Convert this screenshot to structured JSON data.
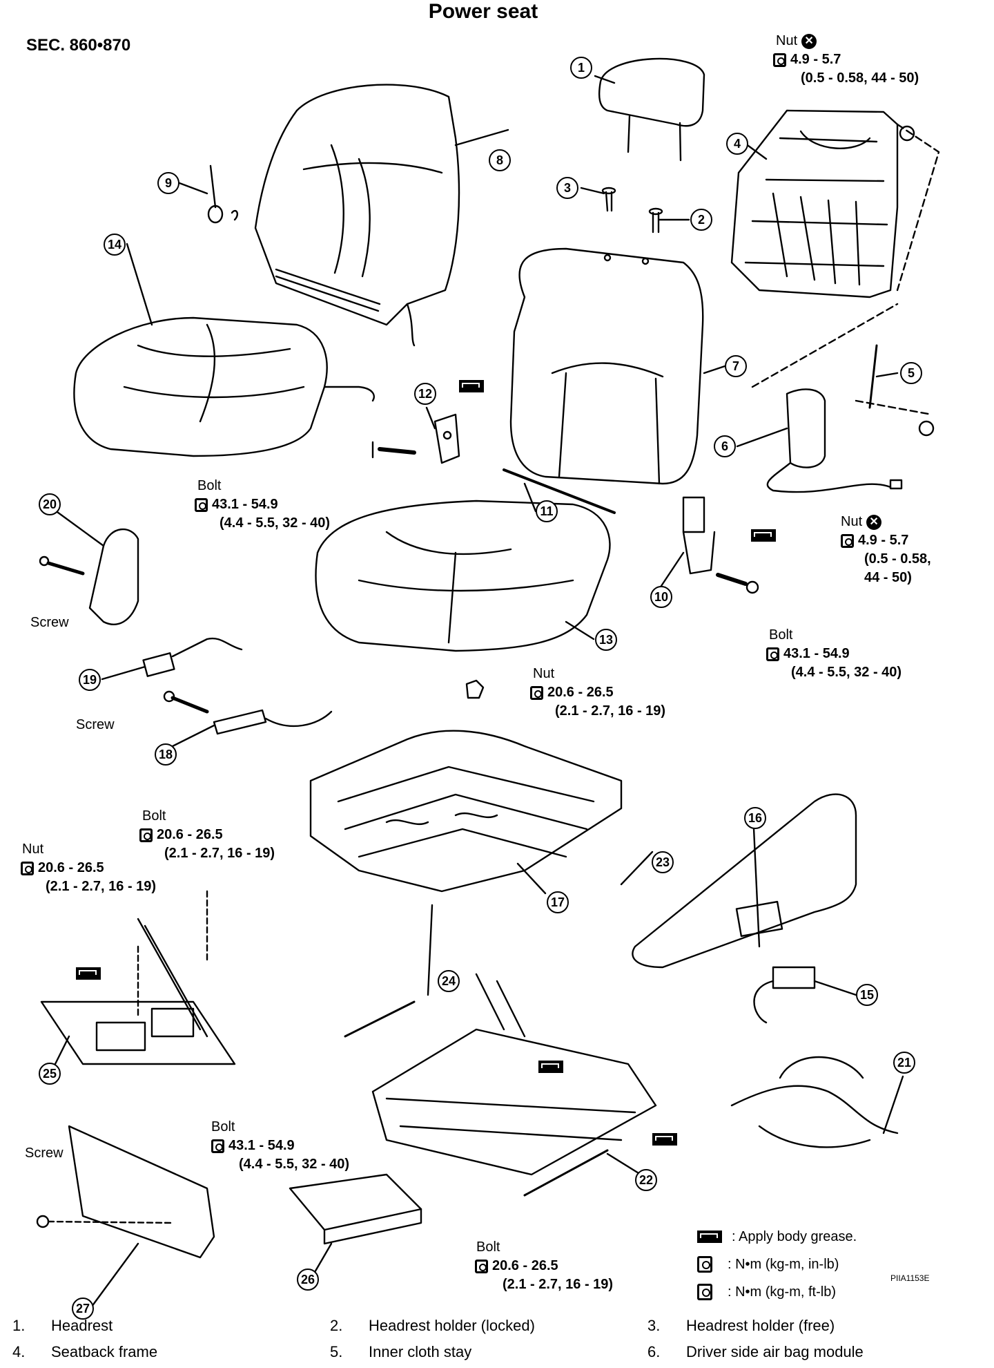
{
  "title": "Power seat",
  "section": "SEC. 860•870",
  "figure_code": "PIIA1153E",
  "legend": [
    {
      "symbol": "grease-icon",
      "text": ": Apply body grease."
    },
    {
      "symbol": "torque-icon",
      "text": ": N•m (kg-m, in-lb)"
    },
    {
      "symbol": "torque-icon",
      "text": ": N•m (kg-m, ft-lb)"
    }
  ],
  "callouts": [
    "1",
    "2",
    "3",
    "4",
    "5",
    "6",
    "7",
    "8",
    "9",
    "10",
    "11",
    "12",
    "13",
    "14",
    "15",
    "16",
    "17",
    "18",
    "19",
    "20",
    "21",
    "22",
    "23",
    "24",
    "25",
    "26",
    "27"
  ],
  "annotations": {
    "nut_top": {
      "label": "Nut",
      "value": "4.9 - 5.7",
      "sub": "(0.5 - 0.58, 44 - 50)",
      "non_reusable": true
    },
    "nut_right": {
      "label": "Nut",
      "value": "4.9 - 5.7",
      "sub1": "(0.5 - 0.58,",
      "sub2": "44 - 50)",
      "non_reusable": true
    },
    "bolt_left": {
      "label": "Bolt",
      "value": "43.1 - 54.9",
      "sub": "(4.4 - 5.5, 32 - 40)"
    },
    "bolt_right": {
      "label": "Bolt",
      "value": "43.1 - 54.9",
      "sub": "(4.4 - 5.5, 32 - 40)"
    },
    "nut_center": {
      "label": "Nut",
      "value": "20.6 - 26.5",
      "sub": "(2.1 - 2.7, 16 - 19)"
    },
    "bolt_mid": {
      "label": "Bolt",
      "value": "20.6 - 26.5",
      "sub": "(2.1 - 2.7, 16 - 19)"
    },
    "nut_left": {
      "label": "Nut",
      "value": "20.6 - 26.5",
      "sub": "(2.1 - 2.7, 16 - 19)"
    },
    "bolt_lower": {
      "label": "Bolt",
      "value": "43.1 - 54.9",
      "sub": "(4.4 - 5.5, 32 - 40)"
    },
    "bolt_bottom": {
      "label": "Bolt",
      "value": "20.6 - 26.5",
      "sub": "(2.1 - 2.7, 16 - 19)"
    }
  },
  "screw_labels": [
    "Screw",
    "Screw",
    "Screw"
  ],
  "parts_list": [
    {
      "num": "1.",
      "name": "Headrest"
    },
    {
      "num": "2.",
      "name": "Headrest holder (locked)"
    },
    {
      "num": "3.",
      "name": "Headrest holder (free)"
    },
    {
      "num": "4.",
      "name": "Seatback frame"
    },
    {
      "num": "5.",
      "name": "Inner cloth stay"
    },
    {
      "num": "6.",
      "name": "Driver side air bag module"
    }
  ]
}
